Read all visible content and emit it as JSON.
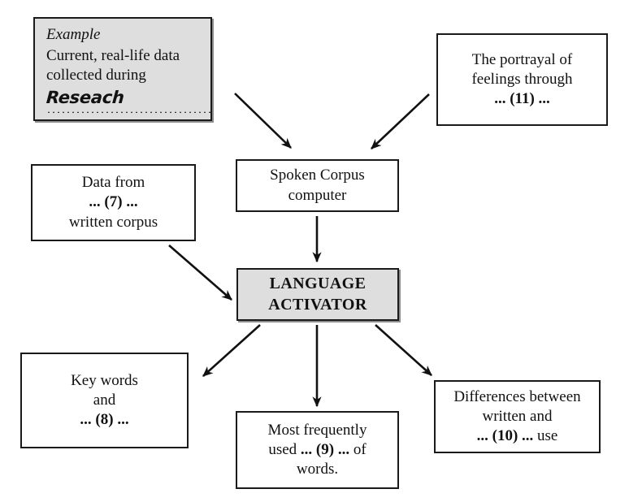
{
  "diagram": {
    "title": "Spoken Corpus / Language Activator flow chart",
    "fill_shaded": "#dedede",
    "fill_plain": "#ffffff",
    "stroke": "#1a1a1a",
    "nodes": {
      "example": {
        "label": "Example",
        "line1": "Current, real-life data",
        "line2": "collected during",
        "answer": "Reseach"
      },
      "portrayal": {
        "line1": "The portrayal of",
        "line2": "feelings through",
        "gap": "... (11) ..."
      },
      "spoken_corpus": {
        "line1": "Spoken Corpus",
        "line2": "computer"
      },
      "data_from": {
        "line1": "Data from",
        "gap": "... (7) ...",
        "line2": "written corpus"
      },
      "language_activator": {
        "line1": "LANGUAGE",
        "line2": "ACTIVATOR"
      },
      "key_words": {
        "line1": "Key words",
        "line2": "and",
        "gap": "... (8) ..."
      },
      "most_frequent": {
        "line1": "Most frequently",
        "line2_pre": "used ",
        "gap": "... (9) ...",
        "line2_post": " of",
        "line3": "words."
      },
      "differences": {
        "line1": "Differences between",
        "line2": "written and",
        "gap": "... (10) ...",
        "line3_post": " use"
      }
    },
    "arrows": [
      {
        "name": "example-to-spoken-corpus",
        "from": "example",
        "to": "spoken_corpus"
      },
      {
        "name": "portrayal-to-spoken-corpus",
        "from": "portrayal",
        "to": "spoken_corpus"
      },
      {
        "name": "spoken-corpus-to-activator",
        "from": "spoken_corpus",
        "to": "language_activator"
      },
      {
        "name": "data-from-to-activator",
        "from": "data_from",
        "to": "language_activator"
      },
      {
        "name": "activator-to-key-words",
        "from": "language_activator",
        "to": "key_words"
      },
      {
        "name": "activator-to-most-frequent",
        "from": "language_activator",
        "to": "most_frequent"
      },
      {
        "name": "activator-to-differences",
        "from": "language_activator",
        "to": "differences"
      }
    ]
  }
}
